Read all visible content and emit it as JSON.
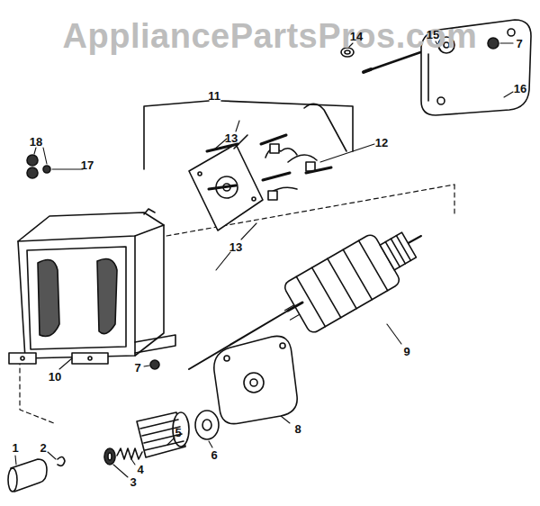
{
  "diagram": {
    "labels": [
      "AppliancePartsPros.com",
      "7",
      "15",
      "14",
      "11",
      "16",
      "13",
      "12",
      "18",
      "17",
      "13",
      "10",
      "9",
      "7",
      "8",
      "6",
      "5",
      "2",
      "4",
      "1",
      "3"
    ]
  }
}
